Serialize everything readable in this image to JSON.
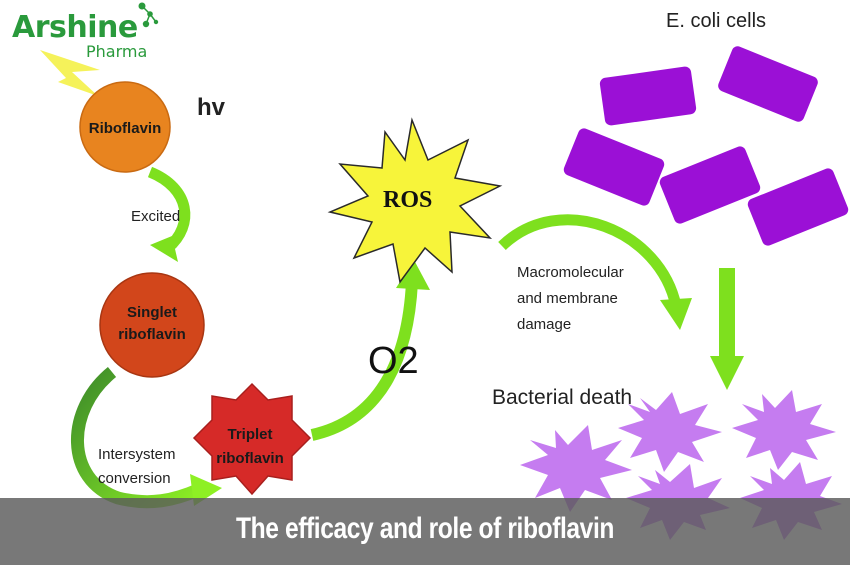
{
  "logo": {
    "name": "Arshine",
    "sub": "Pharma"
  },
  "labels": {
    "hv": "hv",
    "riboflavin": "Riboflavin",
    "excited": "Excited",
    "singlet_line1": "Singlet",
    "singlet_line2": "riboflavin",
    "intersystem_line1": "Intersystem",
    "intersystem_line2": "conversion",
    "triplet_line1": "Triplet",
    "triplet_line2": "riboflavin",
    "o2": "O2",
    "ros": "ROS",
    "damage_line1": "Macromolecular",
    "damage_line2": "and membrane",
    "damage_line3": "damage",
    "ecoli": "E. coli cells",
    "death": "Bacterial death"
  },
  "banner": {
    "text": "The efficacy and role of riboflavin"
  },
  "colors": {
    "brand_green": "#2a9a3c",
    "riboflavin": "#e8841f",
    "singlet": "#d2461b",
    "triplet": "#d62a28",
    "ros": "#f7f43a",
    "arrow_green": "#7ee01e",
    "cell_purple": "#9b10d6",
    "dead_purple": "#c57cf0"
  }
}
